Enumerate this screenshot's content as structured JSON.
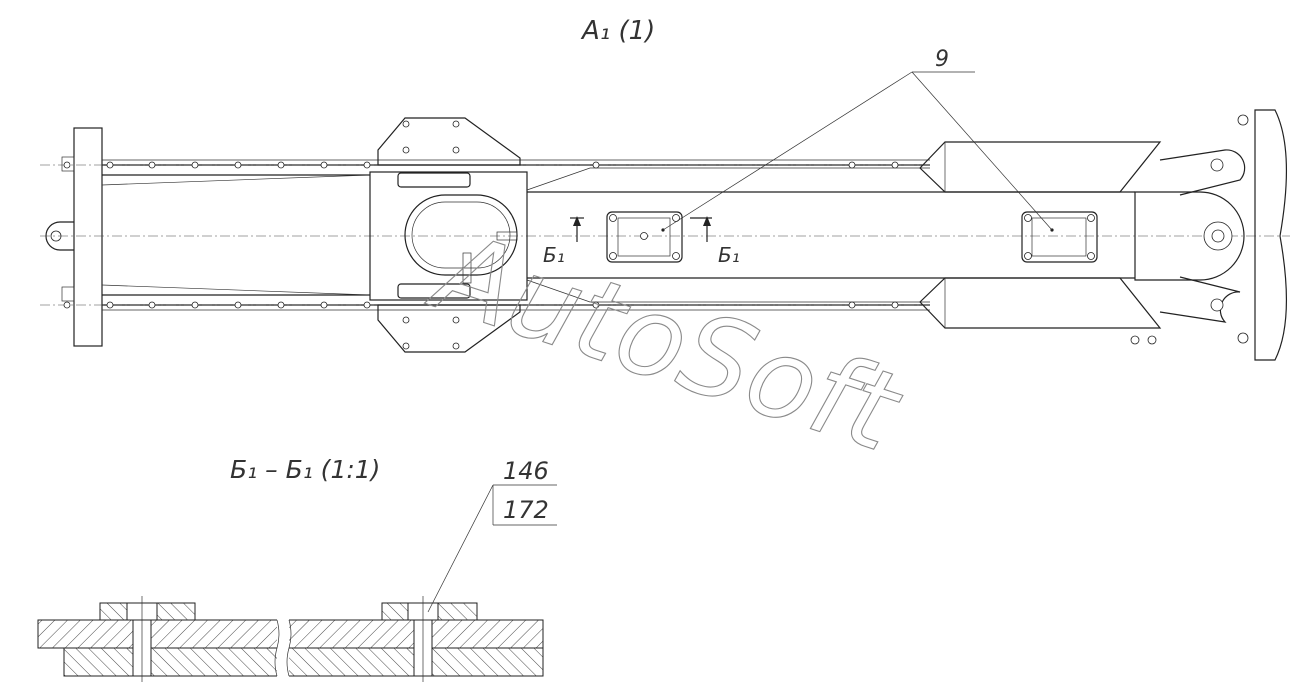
{
  "labels": {
    "view_title": "A₁ (1)",
    "section_title": "Б₁ – Б₁ (1:1)",
    "section_mark_left": "Б₁",
    "section_mark_right": "Б₁",
    "callout_main": "9",
    "callout_top": "146",
    "callout_bottom": "172"
  },
  "watermark": "AutoSoft"
}
